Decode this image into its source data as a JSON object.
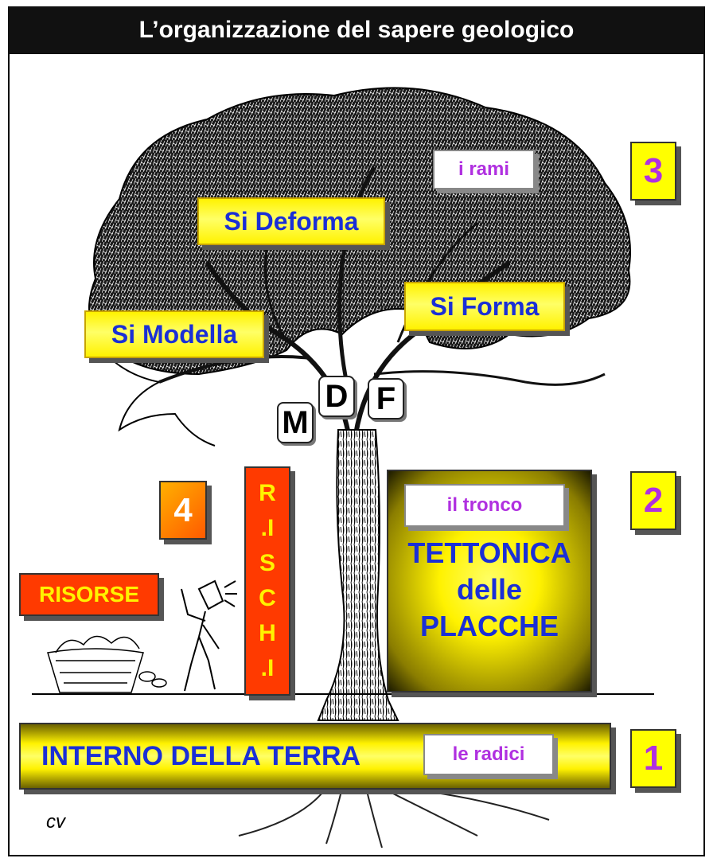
{
  "title": "L’organizzazione del sapere geologico",
  "labels": {
    "si_deforma": "Si Deforma",
    "si_forma": "Si Forma",
    "si_modella": "Si Modella",
    "i_rami": "i rami",
    "il_tronco": "il tronco",
    "le_radici": "le radici",
    "tettonica": "TETTONICA",
    "delle": "delle",
    "placche": "PLACCHE",
    "interno": "INTERNO DELLA TERRA",
    "risorse": "RISORSE",
    "rischi_letters": [
      "R",
      ".I",
      "S",
      "C",
      "H",
      ".I"
    ],
    "mdf": [
      "M",
      "D",
      "F"
    ],
    "signature": "cv"
  },
  "numbers": {
    "n1": "1",
    "n2": "2",
    "n3": "3",
    "n4": "4"
  },
  "colors": {
    "yellow": "#fff200",
    "blue_text": "#1a2fd6",
    "purple_text": "#b030e0",
    "orange_red": "#ff3a00",
    "title_bg": "#111111"
  }
}
